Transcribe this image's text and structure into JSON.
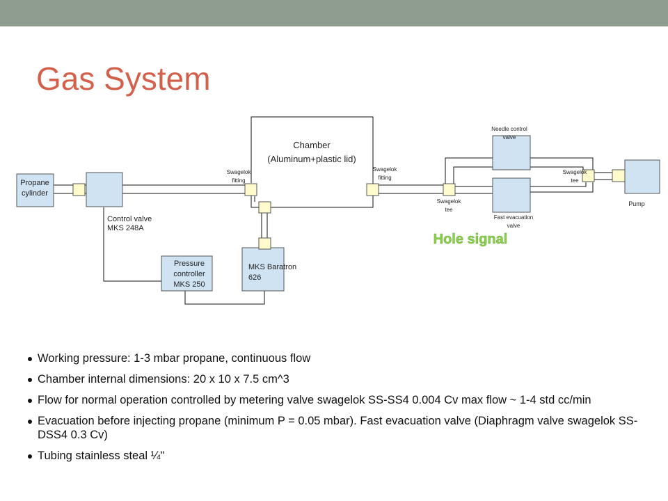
{
  "slide": {
    "title": "Gas System",
    "colors": {
      "top_bar": "#8e9d90",
      "title": "#d3604b",
      "box_fill": "#cfe3f3",
      "fitting_fill": "#fffbcc",
      "hole_signal": "#8bd14b"
    }
  },
  "diagram": {
    "propane_cylinder": [
      "Propane",
      "cylinder"
    ],
    "control_valve": [
      "Control valve",
      "MKS 248A"
    ],
    "pressure_controller": [
      "Pressure",
      "controller",
      "MKS 250"
    ],
    "baratron": [
      "MKS Baratron",
      "626"
    ],
    "chamber": [
      "Chamber",
      "(Aluminum+plastic  lid)"
    ],
    "fitting_left": [
      "Swagelok",
      "fitting"
    ],
    "fitting_right": [
      "Swagelok",
      "fitting"
    ],
    "tee_left": [
      "Swagelok",
      "tee"
    ],
    "tee_right": [
      "Swagelok",
      "tee"
    ],
    "needle_valve": [
      "Needle control",
      "valve"
    ],
    "fast_valve": [
      "Fast evacuation",
      "valve"
    ],
    "pump": "Pump",
    "hole_signal": "Hole signal"
  },
  "bullets": [
    "Working pressure: 1-3 mbar  propane, continuous flow",
    "Chamber internal dimensions: 20 x 10 x 7.5 cm^3",
    "Flow for normal operation controlled by metering valve swagelok SS-SS4  0.004 Cv max flow ~ 1-4 std cc/min",
    "Evacuation before injecting propane (minimum P = 0.05 mbar). Fast evacuation valve (Diaphragm valve swagelok SS-DSS4 0.3 Cv)",
    "Tubing stainless steal ¼''"
  ]
}
